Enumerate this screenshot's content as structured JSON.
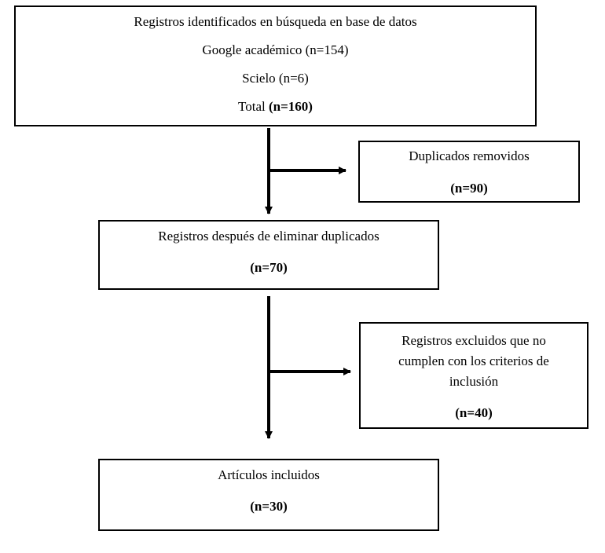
{
  "identification": {
    "title": "Registros identificados en búsqueda en base de datos",
    "google_scholar": "Google académico (n=154)",
    "scielo": "Scielo (n=6)",
    "total_label": "Total ",
    "total_value": "(n=160)"
  },
  "duplicates": {
    "label": "Duplicados removidos",
    "count": "(n=90)"
  },
  "after_duplicates": {
    "label": "Registros después de eliminar duplicados",
    "count": "(n=70)"
  },
  "excluded": {
    "line1": "Registros excluidos que no",
    "line2": "cumplen con los criterios de",
    "line3": "inclusión",
    "count": "(n=40)"
  },
  "included": {
    "label": "Artículos incluidos",
    "count": "(n=30)"
  }
}
